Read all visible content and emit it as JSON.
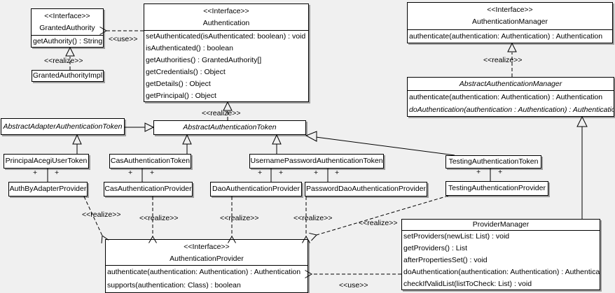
{
  "labels": {
    "use": "<<use>>",
    "realize": "<<realize>>",
    "plus": "+"
  },
  "colors": {
    "background": "#f0f0f0",
    "box_fill": "#ffffff",
    "line": "#000000",
    "shadow": "#9e9e9e"
  },
  "classes": {
    "granted_authority": {
      "stereotype": "<<Interface>>",
      "title": "GrantedAuthority",
      "methods": [
        "getAuthority() : String"
      ]
    },
    "granted_authority_impl": {
      "title": "GrantedAuthorityImpl"
    },
    "authentication": {
      "stereotype": "<<Interface>>",
      "title": "Authentication",
      "methods": [
        "setAuthenticated(isAuthenticated: boolean) : void",
        "isAuthenticated() : boolean",
        "getAuthorities() : GrantedAuthority[]",
        "getCredentials() : Object",
        "getDetails() : Object",
        "getPrincipal() : Object"
      ]
    },
    "authentication_manager": {
      "stereotype": "<<Interface>>",
      "title": "AuthenticationManager",
      "methods": [
        "authenticate(authentication: Authentication) : Authentication"
      ]
    },
    "abstract_authentication_manager": {
      "title": "AbstractAuthenticationManager",
      "abstract": true,
      "methods": [
        "authenticate(authentication: Authentication) : Authentication",
        "doAuthentication(authentication : Authentication) : Authentication"
      ]
    },
    "abstract_adapter_authentication_token": {
      "title": "AbstractAdapterAuthenticationToken",
      "abstract": true
    },
    "abstract_authentication_token": {
      "title": "AbstractAuthenticationToken",
      "abstract": true
    },
    "principal_acegi_user_token": {
      "title": "PrincipalAcegiUserToken"
    },
    "cas_authentication_token": {
      "title": "CasAuthenticationToken"
    },
    "username_password_authentication_token": {
      "title": "UsernamePasswordAuthenticationToken"
    },
    "testing_authentication_token": {
      "title": "TestingAuthenticationToken"
    },
    "auth_by_adapter_provider": {
      "title": "AuthByAdapterProvider"
    },
    "cas_authentication_provider": {
      "title": "CasAuthenticationProvider"
    },
    "dao_authentication_provider": {
      "title": "DaoAuthenticationProvider"
    },
    "password_dao_authentication_provider": {
      "title": "PasswordDaoAuthenticationProvider"
    },
    "testing_authentication_provider": {
      "title": "TestingAuthenticationProvider"
    },
    "provider_manager": {
      "title": "ProviderManager",
      "methods": [
        "setProviders(newList: List) : void",
        "getProviders() : List",
        "afterPropertiesSet() : void",
        "doAuthentication(authentication: Authentication) : Authentication",
        "checkIfValidList(listToCheck: List) : void"
      ]
    },
    "authentication_provider": {
      "stereotype": "<<Interface>>",
      "title": "AuthenticationProvider",
      "methods": [
        "authenticate(authentication: Authentication) : Authentication",
        "supports(authentication: Class) : boolean"
      ]
    }
  },
  "relationships": [
    {
      "from": "GrantedAuthorityImpl",
      "to": "GrantedAuthority",
      "type": "realize"
    },
    {
      "from": "Authentication",
      "to": "GrantedAuthority",
      "type": "use"
    },
    {
      "from": "AbstractAuthenticationToken",
      "to": "Authentication",
      "type": "realize"
    },
    {
      "from": "AbstractAuthenticationManager",
      "to": "AuthenticationManager",
      "type": "realize"
    },
    {
      "from": "AbstractAdapterAuthenticationToken",
      "to": "AbstractAuthenticationToken",
      "type": "generalization"
    },
    {
      "from": "PrincipalAcegiUserToken",
      "to": "AbstractAdapterAuthenticationToken",
      "type": "generalization"
    },
    {
      "from": "CasAuthenticationToken",
      "to": "AbstractAuthenticationToken",
      "type": "generalization"
    },
    {
      "from": "UsernamePasswordAuthenticationToken",
      "to": "AbstractAuthenticationToken",
      "type": "generalization"
    },
    {
      "from": "TestingAuthenticationToken",
      "to": "AbstractAuthenticationToken",
      "type": "generalization"
    },
    {
      "from": "ProviderManager",
      "to": "AbstractAuthenticationManager",
      "type": "generalization"
    },
    {
      "from": "PrincipalAcegiUserToken",
      "to": "AuthByAdapterProvider",
      "type": "association",
      "end_labels": [
        "+",
        "+"
      ]
    },
    {
      "from": "CasAuthenticationToken",
      "to": "CasAuthenticationProvider",
      "type": "association",
      "end_labels": [
        "+",
        "+"
      ]
    },
    {
      "from": "UsernamePasswordAuthenticationToken",
      "to": "DaoAuthenticationProvider",
      "type": "association",
      "end_labels": [
        "+",
        "+"
      ]
    },
    {
      "from": "UsernamePasswordAuthenticationToken",
      "to": "PasswordDaoAuthenticationProvider",
      "type": "association",
      "end_labels": [
        "+",
        "+"
      ]
    },
    {
      "from": "TestingAuthenticationToken",
      "to": "TestingAuthenticationProvider",
      "type": "association",
      "end_labels": [
        "+",
        "+"
      ]
    },
    {
      "from": "AuthByAdapterProvider",
      "to": "AuthenticationProvider",
      "type": "realize"
    },
    {
      "from": "CasAuthenticationProvider",
      "to": "AuthenticationProvider",
      "type": "realize"
    },
    {
      "from": "DaoAuthenticationProvider",
      "to": "AuthenticationProvider",
      "type": "realize"
    },
    {
      "from": "PasswordDaoAuthenticationProvider",
      "to": "AuthenticationProvider",
      "type": "realize"
    },
    {
      "from": "TestingAuthenticationProvider",
      "to": "AuthenticationProvider",
      "type": "realize"
    },
    {
      "from": "ProviderManager",
      "to": "AuthenticationProvider",
      "type": "use"
    }
  ]
}
